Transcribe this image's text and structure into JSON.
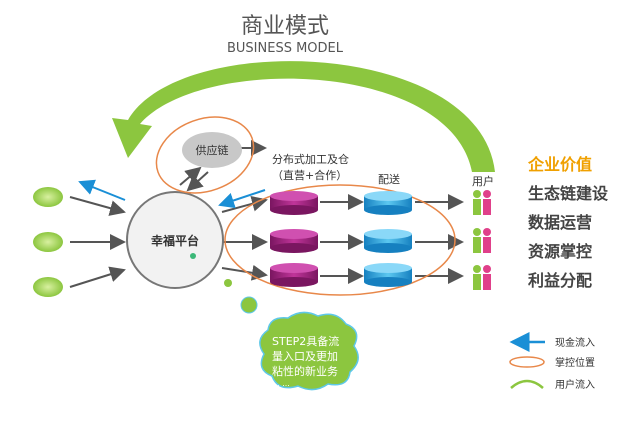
{
  "title": "商业模式",
  "subtitle": "BUSINESS MODEL",
  "platform": "幸福平台",
  "supply_chain": "供应链",
  "processing": {
    "line1": "分布式加工及仓",
    "line2": "（直营+合作）"
  },
  "delivery": "配送",
  "users": "用户",
  "values": [
    {
      "label": "企业价值",
      "color": "#f0a000"
    },
    {
      "label": "生态链建设",
      "color": "#444444"
    },
    {
      "label": "数据运营",
      "color": "#444444"
    },
    {
      "label": "资源掌控",
      "color": "#444444"
    },
    {
      "label": "利益分配",
      "color": "#444444"
    }
  ],
  "cloud": {
    "lines": [
      "STEP2具备流",
      "量入口及更加",
      "粘性的新业务"
    ],
    "ellipsis": "... ..."
  },
  "legend": [
    {
      "label": "现金流入",
      "icon": "blue-arrow-icon"
    },
    {
      "label": "掌控位置",
      "icon": "orange-ellipse-icon"
    },
    {
      "label": "用户流入",
      "icon": "green-arc-icon"
    }
  ],
  "colors": {
    "green": "#8cc63f",
    "blue": "#1a8fd6",
    "orange": "#e8884a",
    "purple": "#a0207e",
    "cyan": "#2aa6e0"
  }
}
